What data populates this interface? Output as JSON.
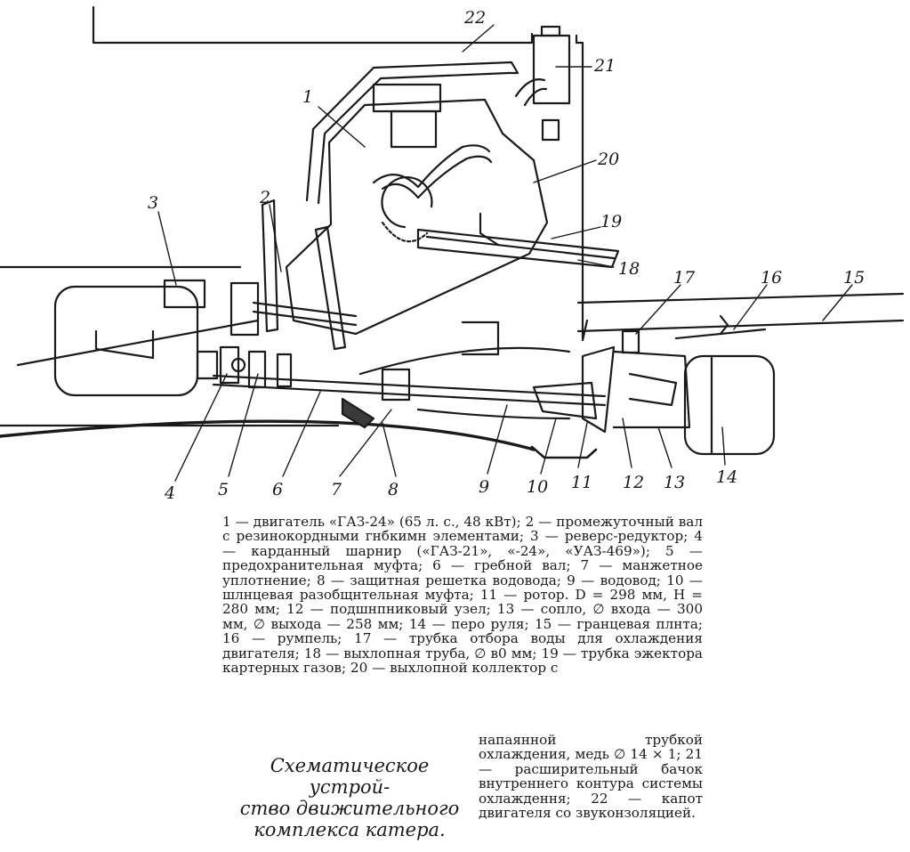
{
  "callouts": {
    "c1": "1",
    "c2": "2",
    "c3": "3",
    "c4": "4",
    "c5": "5",
    "c6": "6",
    "c7": "7",
    "c8": "8",
    "c9": "9",
    "c10": "10",
    "c11": "11",
    "c12": "12",
    "c13": "13",
    "c14": "14",
    "c15": "15",
    "c16": "16",
    "c17": "17",
    "c18": "18",
    "c19": "19",
    "c20": "20",
    "c21": "21",
    "c22": "22"
  },
  "legend": {
    "main": "1 — двигатель «ГАЗ-24» (65 л. с., 48 кВт); 2 — промежуточный вал с резинокордными гнбкимн элементами; 3 — реверс-редуктор; 4 — карданный шарнир («ГАЗ-21», «-24», «УАЗ-469»); 5 — предохранительная муфта; 6 — гребной вал; 7 — манжетное уплотнение; 8 — защитная решетка водовода; 9 — водовод; 10 — шлнцевая разобщнтельная муфта; 11 — ротор. D = 298 мм, H = 280 мм; 12 — подшнпниковый узел; 13 — сопло, ∅ входа — 300 мм, ∅ выхода — 258 мм; 14 — перо руля; 15 — гранцевая плнта; 16 — румпель; 17 — трубка отбора воды для охлаждения двигателя; 18 — выхлопная труба, ∅ в0 мм; 19 — трубка эжектора картерных газов; 20 — выхлопной коллектор с",
    "side": "напаянной трубкой охлаждения, медь ∅ 14 × 1; 21 — расширительный бачок внутреннего контура системы охлаждення; 22 — капот двигателя со звуконзоляцией."
  },
  "caption": {
    "line1": "Схематическое устрой-",
    "line2": "ство движительного",
    "line3": "комплекса катера."
  }
}
